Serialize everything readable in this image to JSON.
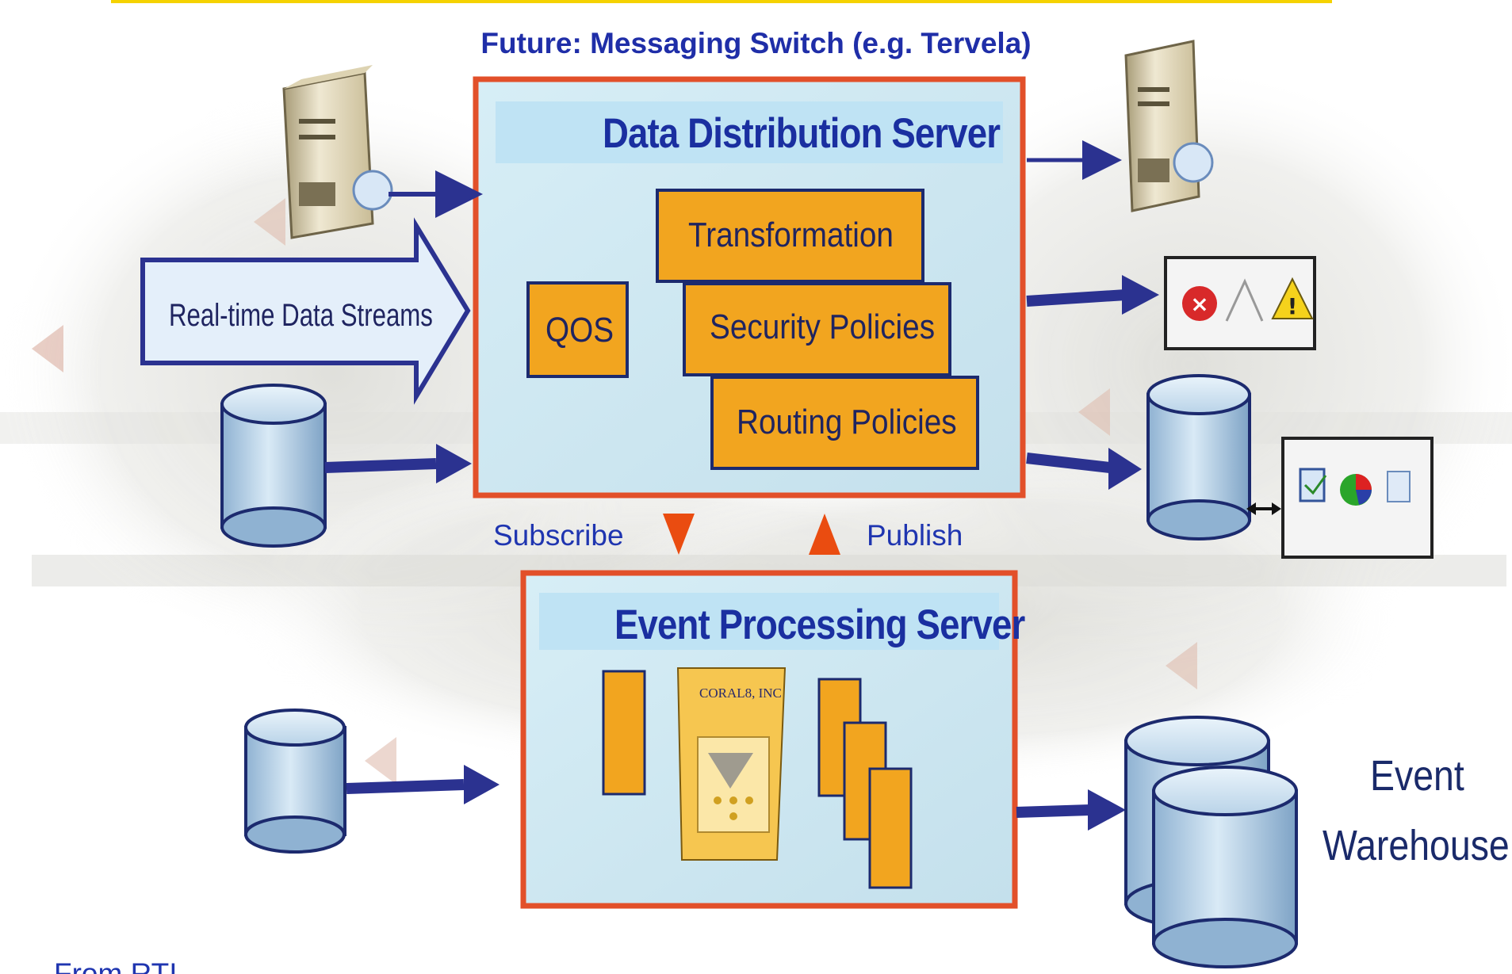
{
  "header": {
    "future_title": "Future: Messaging Switch (e.g. Tervela)"
  },
  "data_distribution_server": {
    "title": "Data Distribution Server",
    "modules": {
      "qos": "QOS",
      "transformation": "Transformation",
      "security_policies": "Security Policies",
      "routing_policies": "Routing Policies"
    }
  },
  "input": {
    "real_time_label": "Real-time Data Streams"
  },
  "links": {
    "subscribe": "Subscribe",
    "publish": "Publish"
  },
  "event_processing_server": {
    "title": "Event Processing Server",
    "vendor_logo_text": "CORAL8, INC"
  },
  "event_warehouse": {
    "line1": "Event",
    "line2": "Warehouse"
  },
  "footer": {
    "source": "From RTI"
  },
  "colors": {
    "box_border": "#e2502a",
    "box_fill": "#cfe9f3",
    "module_fill": "#f2a51f",
    "module_border": "#1c2a6e",
    "arrow": "#2b3290",
    "title_blue": "#1f2ea8",
    "orange_arrow": "#ea4c10",
    "top_rule": "#f5d200"
  },
  "icons": [
    "server-icon",
    "database-icon",
    "error-icon",
    "warning-icon",
    "chart-icon",
    "pie-chart-icon",
    "document-icon"
  ]
}
